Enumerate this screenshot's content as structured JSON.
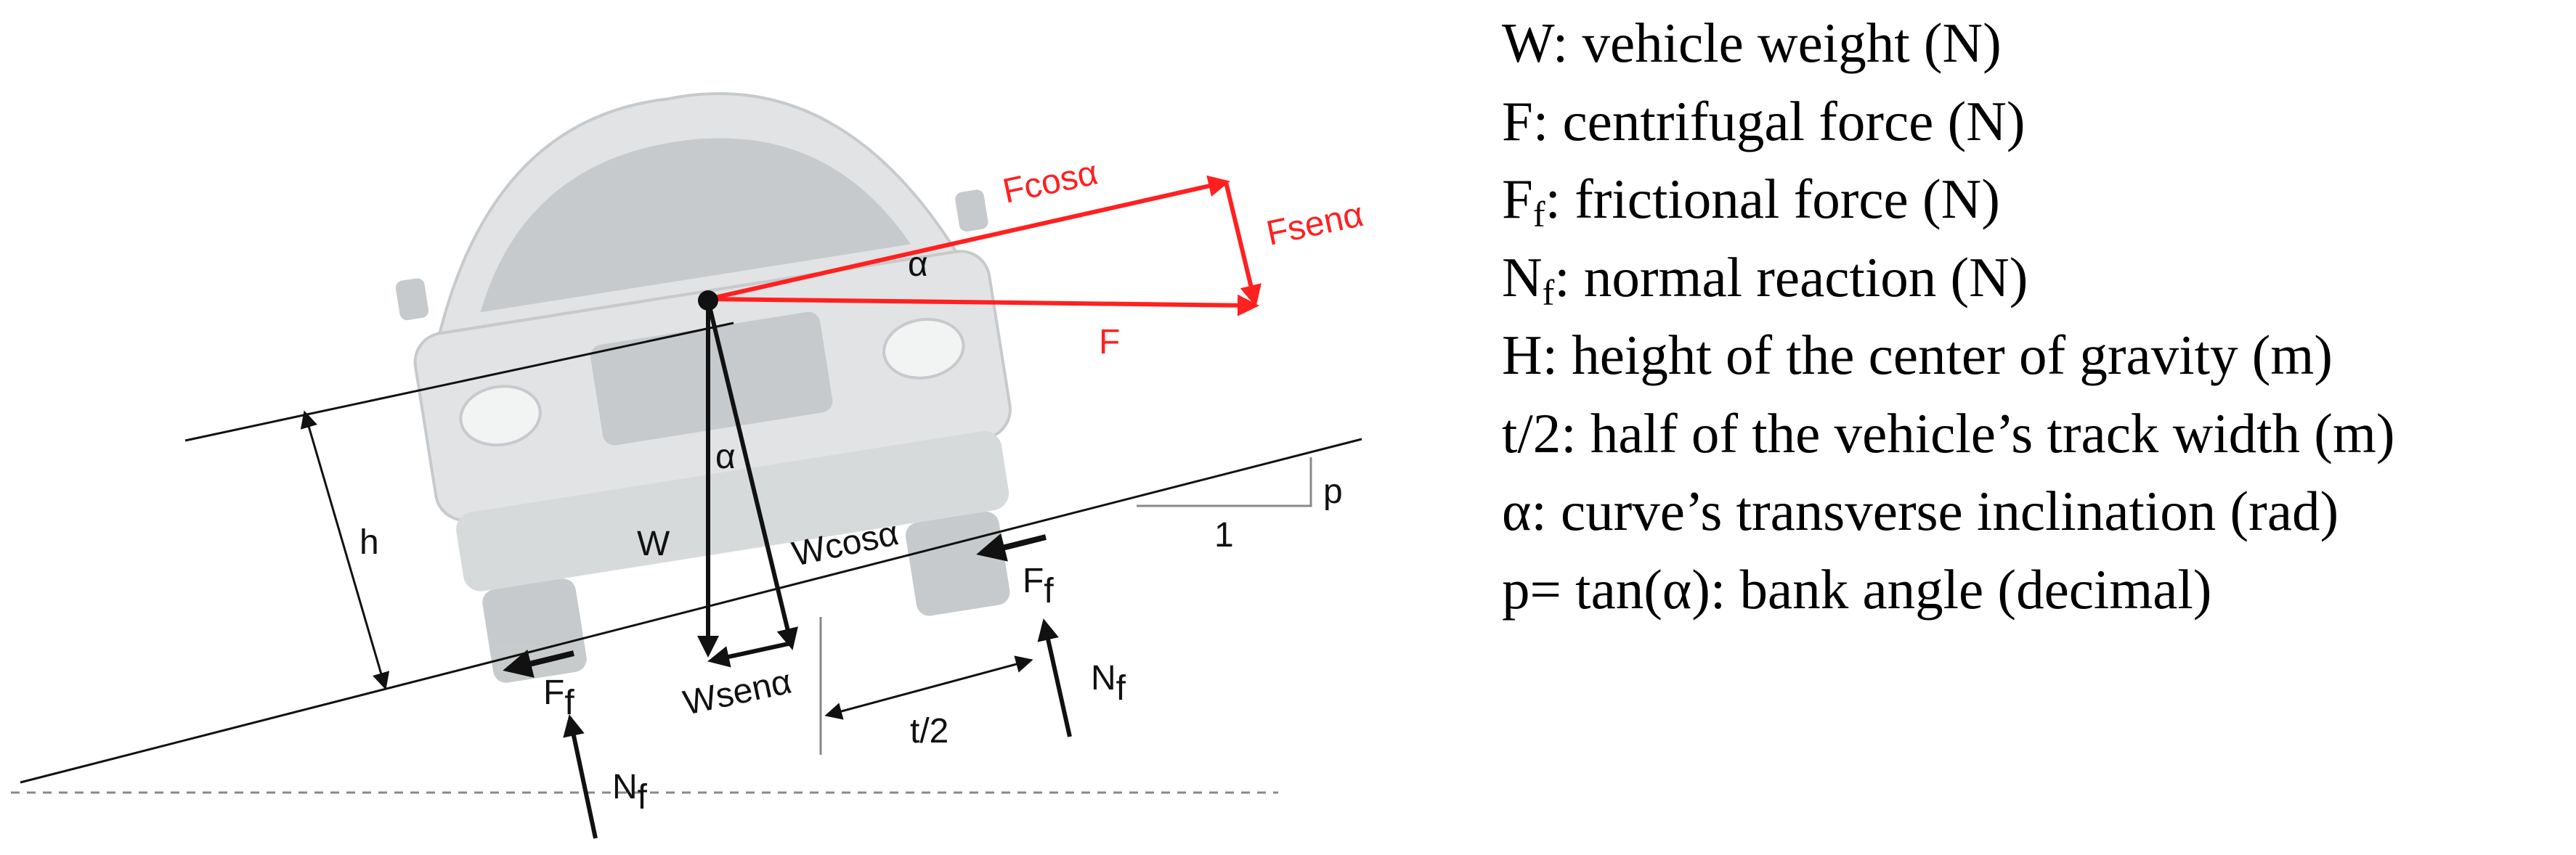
{
  "diagram": {
    "labels": {
      "f_cos": "Fcosα",
      "f_sen": "Fsenα",
      "f": "F",
      "alpha_top": "α",
      "alpha_mid": "α",
      "w": "W",
      "w_cos": "Wcosα",
      "w_sen": "Wsenα",
      "h": "h",
      "p": "p",
      "one": "1",
      "t_half": "t/2",
      "f_letter": "F",
      "n_letter": "N",
      "sub_f": "f"
    },
    "colors": {
      "force_red": "#ff2020",
      "black": "#111111",
      "car_body": "#c9cdcf",
      "car_dark": "#9aa0a3"
    }
  },
  "legend": {
    "items": [
      {
        "prefix": "W: vehicle weight (N)"
      },
      {
        "prefix": "F: centrifugal force (N)"
      },
      {
        "prefix": "F",
        "sub": "f",
        "suffix": ": frictional force (N)"
      },
      {
        "prefix": "N",
        "sub": "f",
        "suffix": ": normal reaction (N)"
      },
      {
        "prefix": "H: height of the center of gravity (m)"
      },
      {
        "prefix": "t/2: half of the vehicle’s track width (m)"
      },
      {
        "prefix": "α: curve’s transverse inclination (rad)"
      },
      {
        "prefix": "p= tan(α): bank angle (decimal)"
      }
    ]
  }
}
